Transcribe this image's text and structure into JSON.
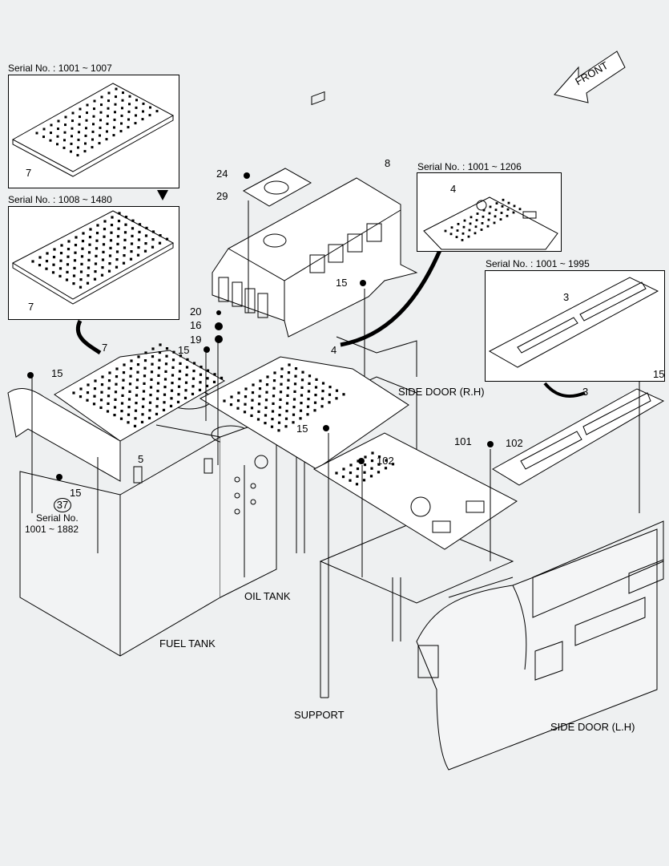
{
  "insets": {
    "a": {
      "serial": "Serial No. : 1001 ~ 1007",
      "part": "7"
    },
    "b": {
      "serial": "Serial No. : 1008 ~ 1480",
      "part": "7"
    },
    "c": {
      "serial": "Serial No. : 1001 ~ 1206",
      "part": "4"
    },
    "d": {
      "serial": "Serial No. : 1001 ~ 1995",
      "part": "3"
    }
  },
  "front_label": "FRONT",
  "parts": {
    "p24": "24",
    "p29": "29",
    "p8": "8",
    "p15_top": "15",
    "p20": "20",
    "p16": "16",
    "p19": "19",
    "p15_mid": "15",
    "p7": "7",
    "p15_left": "15",
    "p4": "4",
    "p15_center": "15",
    "p5": "5",
    "p15_bracket": "15",
    "p37": "37",
    "p101": "101",
    "p102_a": "102",
    "p102_b": "102",
    "p3": "3",
    "p15_right": "15"
  },
  "serial_note": {
    "line1": "Serial No.",
    "line2": "1001 ~ 1882"
  },
  "names": {
    "side_door_rh": "SIDE DOOR (R.H)",
    "oil_tank": "OIL TANK",
    "fuel_tank": "FUEL TANK",
    "support": "SUPPORT",
    "side_door_lh": "SIDE DOOR (L.H)"
  }
}
